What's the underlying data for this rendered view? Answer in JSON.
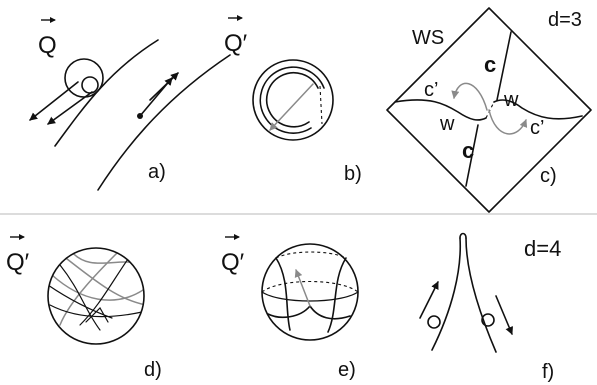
{
  "colors": {
    "ink": "#111111",
    "grey": "#8a8a8a",
    "divider": "#c8c8c8"
  },
  "panels": {
    "a": {
      "symbol": "Q",
      "caption": "a)"
    },
    "b": {
      "symbol": "Q′",
      "caption": "b)"
    },
    "c": {
      "caption": "c)",
      "corner_label": "WS",
      "dimension_label": "d=3",
      "region_c_top": "c",
      "region_c_bottom": "c",
      "region_c_prime_left": "c’",
      "region_c_prime_right": "c’",
      "region_w_left": "w",
      "region_w_right": "w"
    },
    "d": {
      "symbol": "Q′",
      "caption": "d)"
    },
    "e": {
      "symbol": "Q′",
      "caption": "e)"
    },
    "f": {
      "caption": "f)",
      "dimension_label": "d=4"
    }
  },
  "icons": {
    "vector_arrow": "right-arrow-accent",
    "direction_arrow": "arrowhead"
  }
}
